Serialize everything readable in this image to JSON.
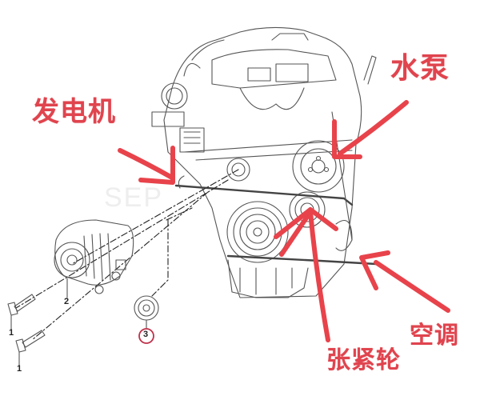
{
  "diagram": {
    "type": "exploded engine accessory belt drive illustration with hand-drawn annotations",
    "annotation_color": "#e0444e",
    "line_color": "#555555",
    "watermark": "SEP",
    "labels": {
      "generator": "发电机",
      "water_pump": "水泵",
      "air_conditioning": "空调",
      "tensioner": "张紧轮"
    },
    "callouts": [
      {
        "id": "bolt-upper",
        "number": "1"
      },
      {
        "id": "bolt-lower",
        "number": "1"
      },
      {
        "id": "alternator",
        "number": "2"
      },
      {
        "id": "idler-pulley",
        "number": "3",
        "highlighted": true
      }
    ]
  }
}
